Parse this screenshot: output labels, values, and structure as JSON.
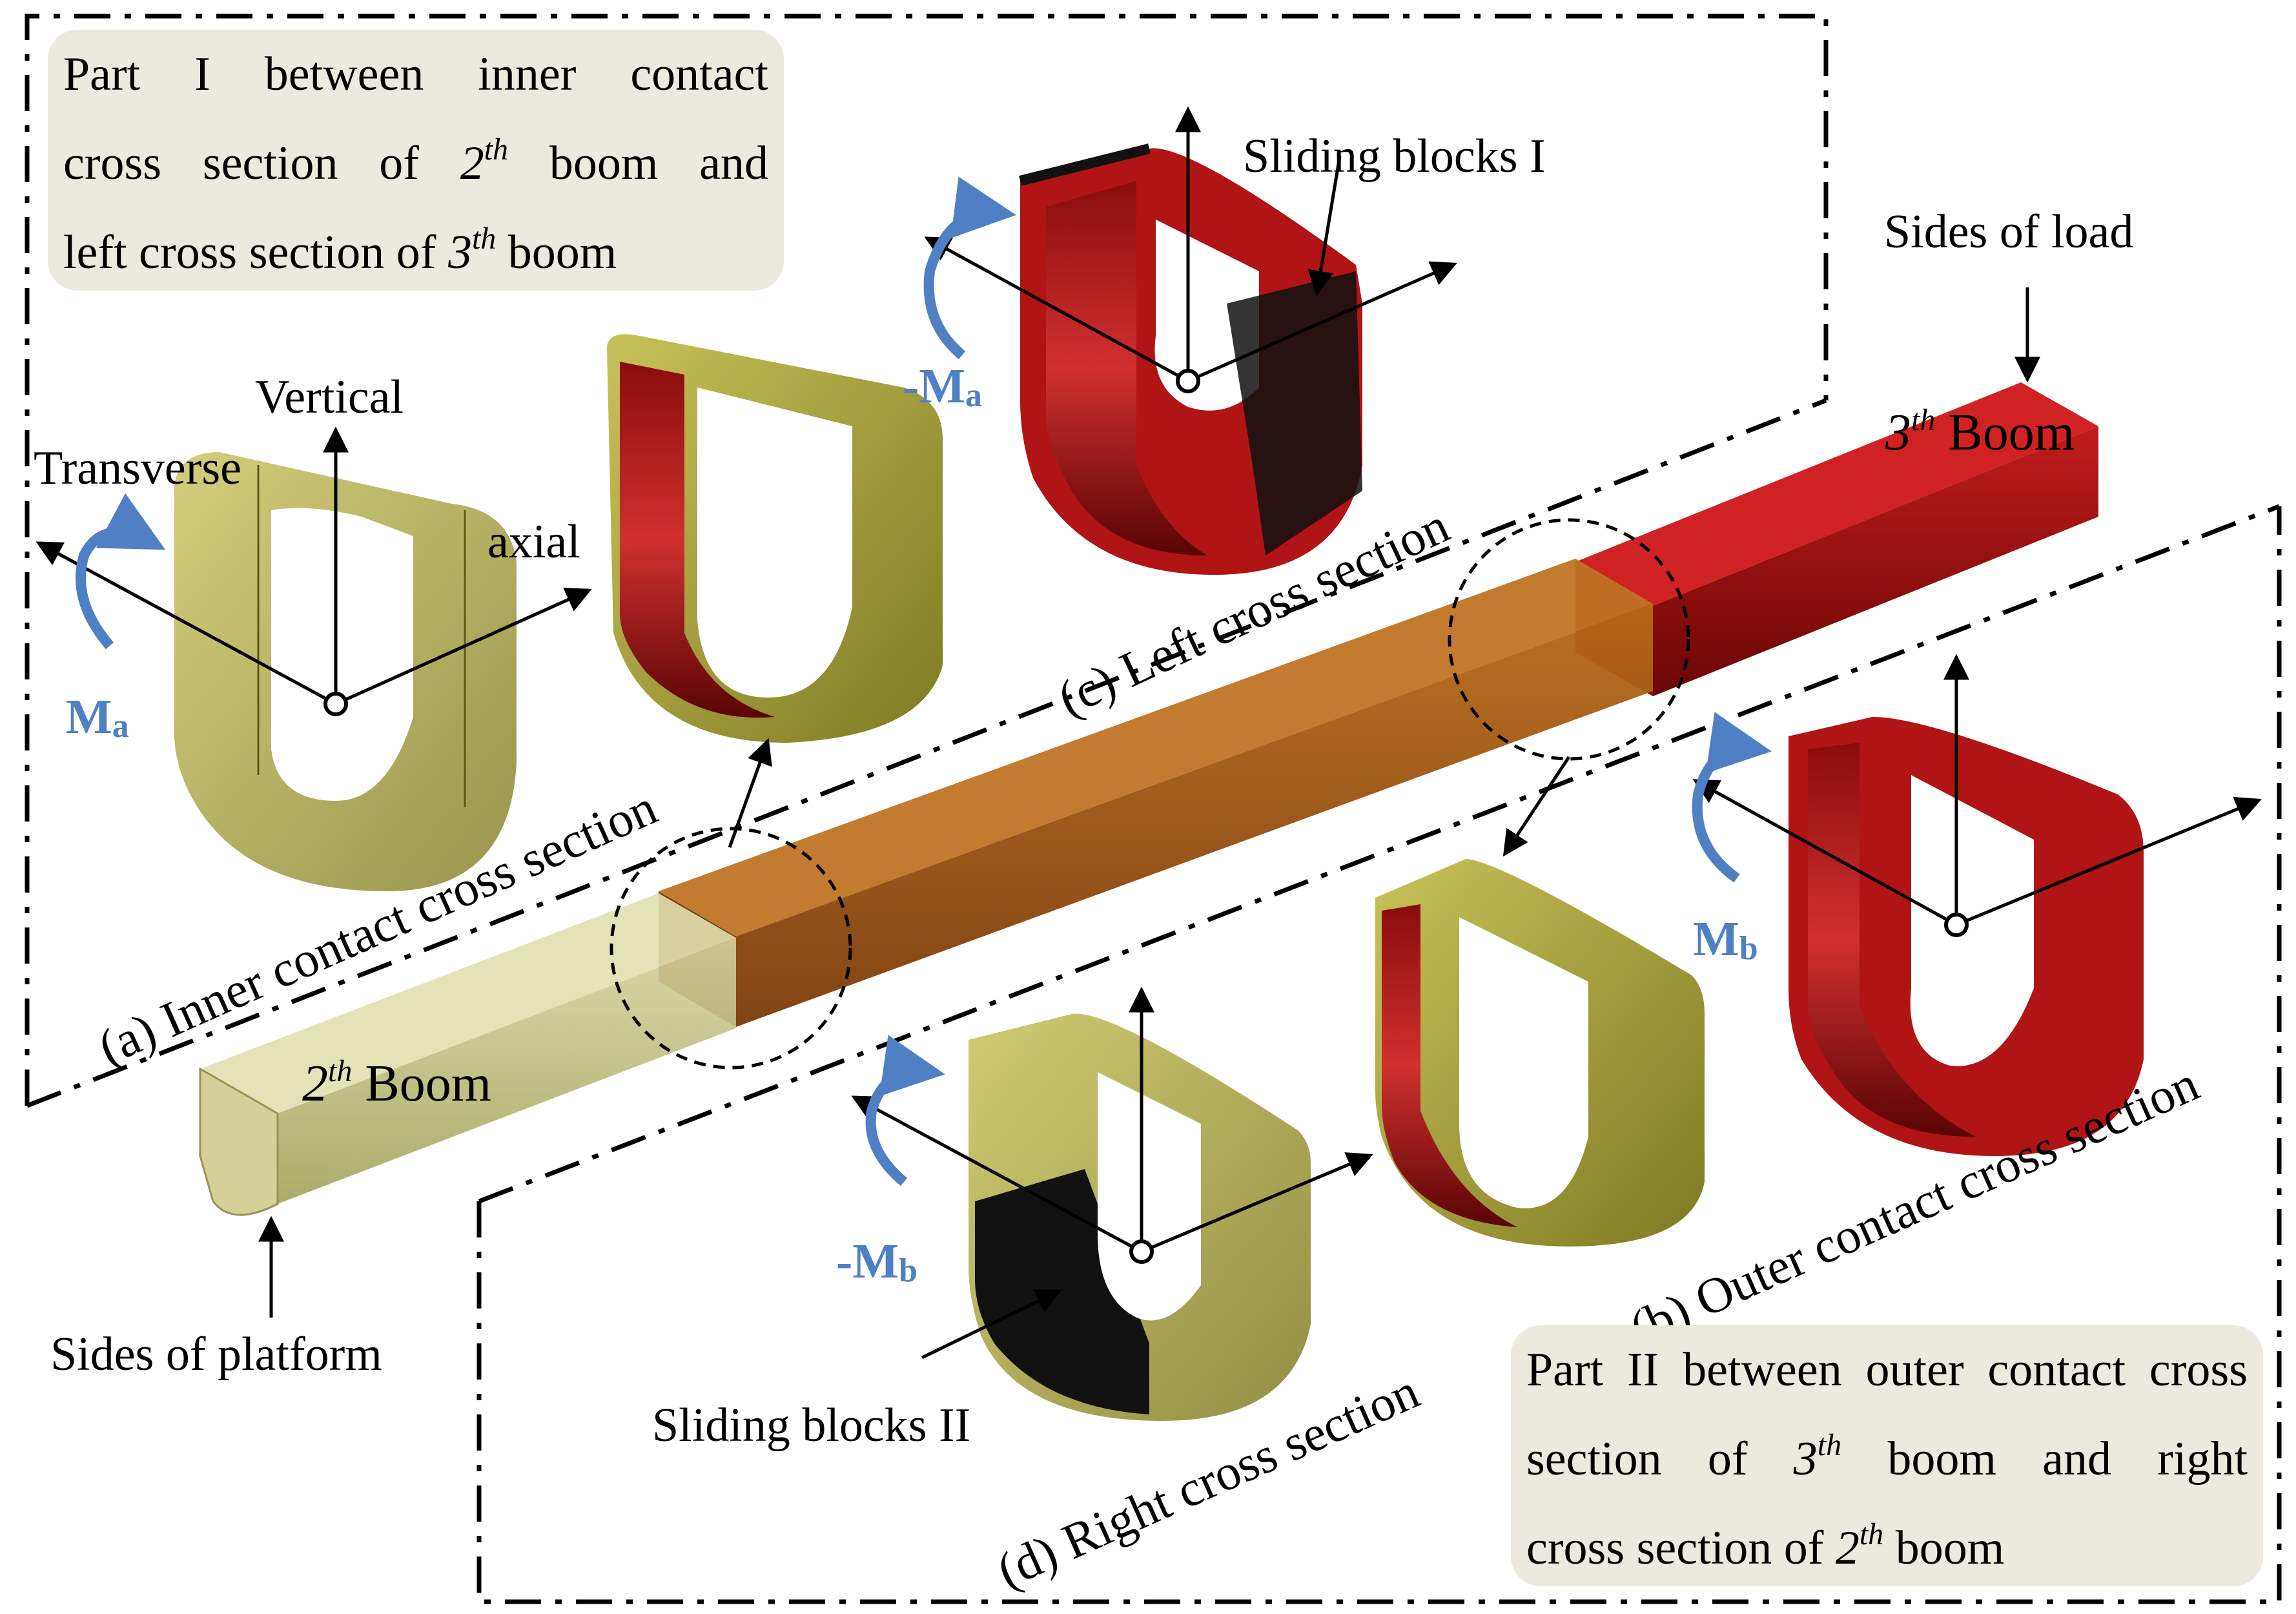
{
  "parts": {
    "part1": {
      "l1": "Part I between inner contact",
      "l2_a": "cross section of",
      "l2_b": "2",
      "l2_c": "th",
      "l2_d": "boom and",
      "l3_a": "left cross section of",
      "l3_b": "3",
      "l3_c": "th",
      "l3_d": "boom"
    },
    "part2": {
      "l1": "Part II between outer contact cross",
      "l2_a": "section of",
      "l2_b": "3",
      "l2_c": "th",
      "l2_d": "boom and right",
      "l3_a": "cross section of",
      "l3_b": "2",
      "l3_c": "th",
      "l3_d": "boom"
    }
  },
  "labels": {
    "vertical": "Vertical",
    "transverse": "Transverse",
    "axial": "axial",
    "sliding_blocks_1": "Sliding blocks I",
    "sliding_blocks_2": "Sliding blocks II",
    "sides_of_load": "Sides of load",
    "sides_of_platform": "Sides of platform",
    "boom3_num": "3",
    "boom3_sup": "th",
    "boom3_word": "Boom",
    "boom2_num": "2",
    "boom2_sup": "th",
    "boom2_word": "Boom"
  },
  "moments": {
    "ma": "M",
    "ma_sub": "a",
    "neg_ma": "-M",
    "neg_ma_sub": "a",
    "mb": "M",
    "mb_sub": "b",
    "neg_mb": "-M",
    "neg_mb_sub": "b"
  },
  "sections": {
    "a": "(a) Inner contact cross section",
    "b": "(b) Outer contact cross section",
    "c": "(c) Left cross section",
    "d": "(d) Right cross section"
  },
  "colors": {
    "olive": "#a8a434",
    "olive_dark": "#7c7a1e",
    "red": "#b01414",
    "red_dark": "#6e0808",
    "orange_boom": "#a05410",
    "moment_blue": "#4f80c4",
    "caption_bg": "#ece9de"
  }
}
